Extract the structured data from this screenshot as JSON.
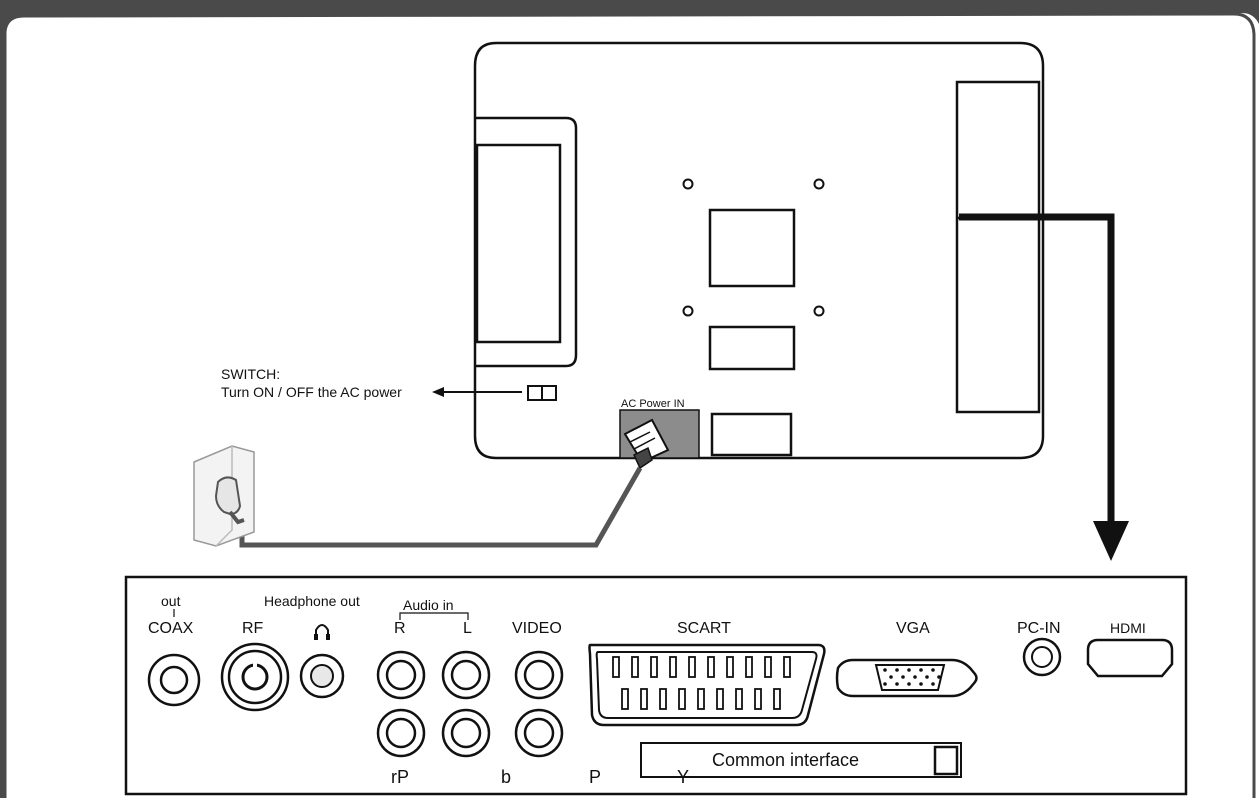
{
  "switch": {
    "title": "SWITCH:",
    "description": "Turn ON / OFF the AC power"
  },
  "ac_power_label": "AC Power IN",
  "panel": {
    "coax_top": "out",
    "coax": "COAX",
    "rf": "RF",
    "headphone": "Headphone out",
    "audio_in": "Audio in",
    "audio_r": "R",
    "audio_l": "L",
    "video": "VIDEO",
    "scart": "SCART",
    "vga": "VGA",
    "pc_in": "PC-IN",
    "hdmi": "HDMI",
    "pr": "rP",
    "pb": "b",
    "p": "P",
    "y": "Y",
    "common_interface": "Common interface"
  },
  "colors": {
    "frame": "#4a4a4a",
    "ink": "#111111",
    "plug_block": "#8c8c8c"
  },
  "icons": [
    "headphone-icon",
    "power-plug-icon",
    "wall-outlet-icon",
    "arrow-icon"
  ]
}
